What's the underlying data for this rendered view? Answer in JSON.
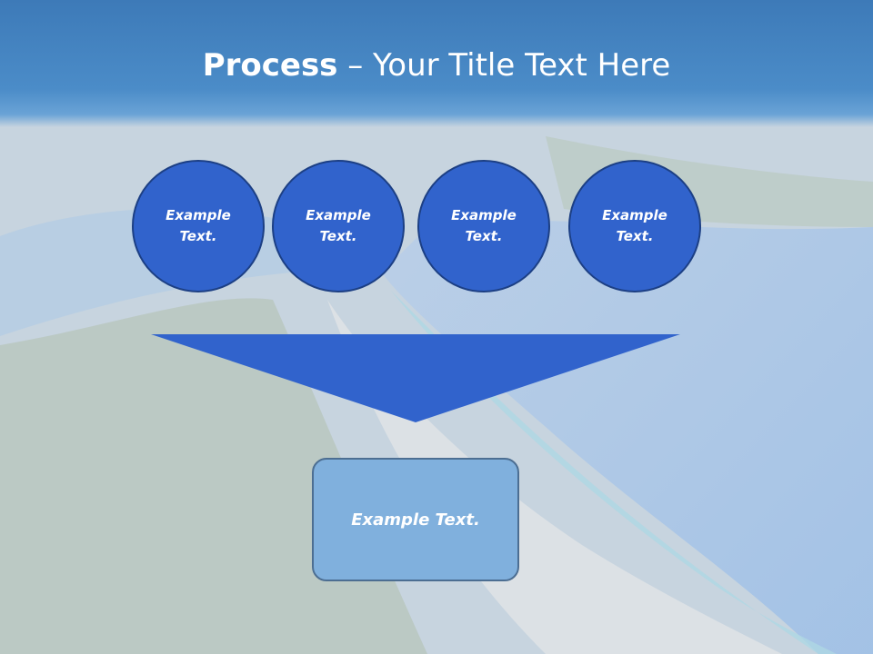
{
  "title": {
    "bold": "Process",
    "rest": " – Your Title Text Here"
  },
  "circles": [
    {
      "line1": "Example",
      "line2": "Text."
    },
    {
      "line1": "Example",
      "line2": "Text."
    },
    {
      "line1": "Example",
      "line2": "Text."
    },
    {
      "line1": "Example",
      "line2": "Text."
    }
  ],
  "result": {
    "label": "Example Text."
  },
  "colors": {
    "title_band": "#4b8cc8",
    "circle_fill": "#3163cc",
    "circle_border": "#1c3f84",
    "funnel_fill": "#3163cc",
    "result_fill": "#80b0dd",
    "result_border": "#4c6e92"
  }
}
